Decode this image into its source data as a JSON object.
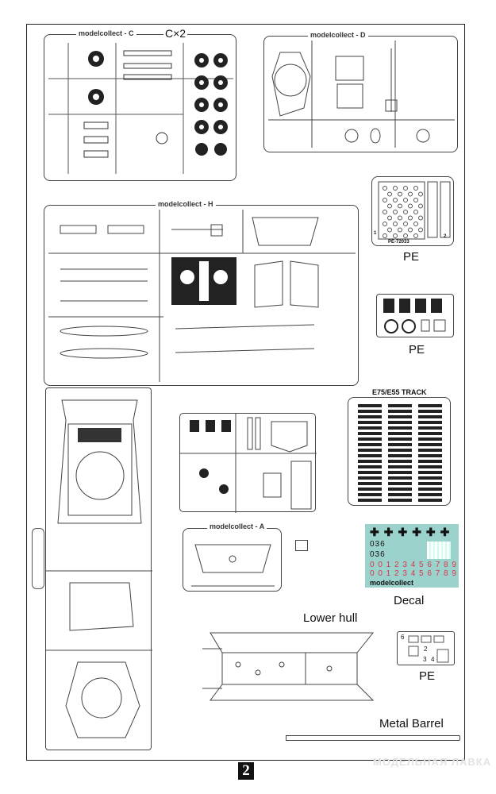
{
  "page_number": "2",
  "watermark": "МОДЕЛЬНАЯ ЛАВКА",
  "sprues": [
    {
      "letter": "C",
      "brand": "modelcollect",
      "quantity": "C×2"
    },
    {
      "letter": "D",
      "brand": "modelcollect"
    },
    {
      "letter": "H",
      "brand": "modelcollect"
    },
    {
      "letter": "A",
      "brand": "modelcollect"
    }
  ],
  "photo_etch": [
    {
      "label": "PE",
      "part_code": "PE-72033",
      "numbers": [
        "1",
        "2"
      ]
    },
    {
      "label": "PE"
    },
    {
      "label": "PE",
      "numbers": [
        "2",
        "3",
        "4",
        "6"
      ]
    }
  ],
  "track": {
    "title": "E75/E55 TRACK"
  },
  "decal": {
    "label": "Decal",
    "brand": "modelcollect",
    "numbers_row": "0 0 1 2 3 4 5 6 7 8 9",
    "turret_number": "036"
  },
  "lower_hull": {
    "label": "Lower hull"
  },
  "metal_barrel": {
    "label": "Metal Barrel"
  }
}
